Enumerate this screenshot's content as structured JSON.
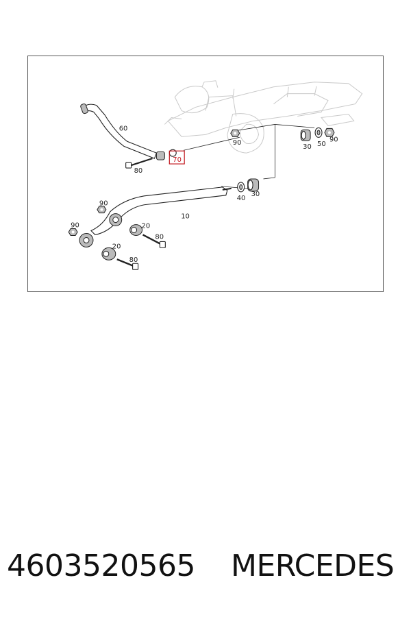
{
  "diagram": {
    "callouts": {
      "c60": "60",
      "c80a": "80",
      "c70": "70",
      "c90a": "90",
      "c30a": "30",
      "c50": "50",
      "c90b": "90",
      "c40": "40",
      "c30b": "30",
      "c10": "10",
      "c90c": "90",
      "c90d": "90",
      "c20a": "20",
      "c80b": "80",
      "c20b": "20",
      "c80c": "80"
    },
    "highlight_color": "#c2181f"
  },
  "footer": {
    "part_number": "4603520565",
    "brand": "MERCEDES"
  }
}
